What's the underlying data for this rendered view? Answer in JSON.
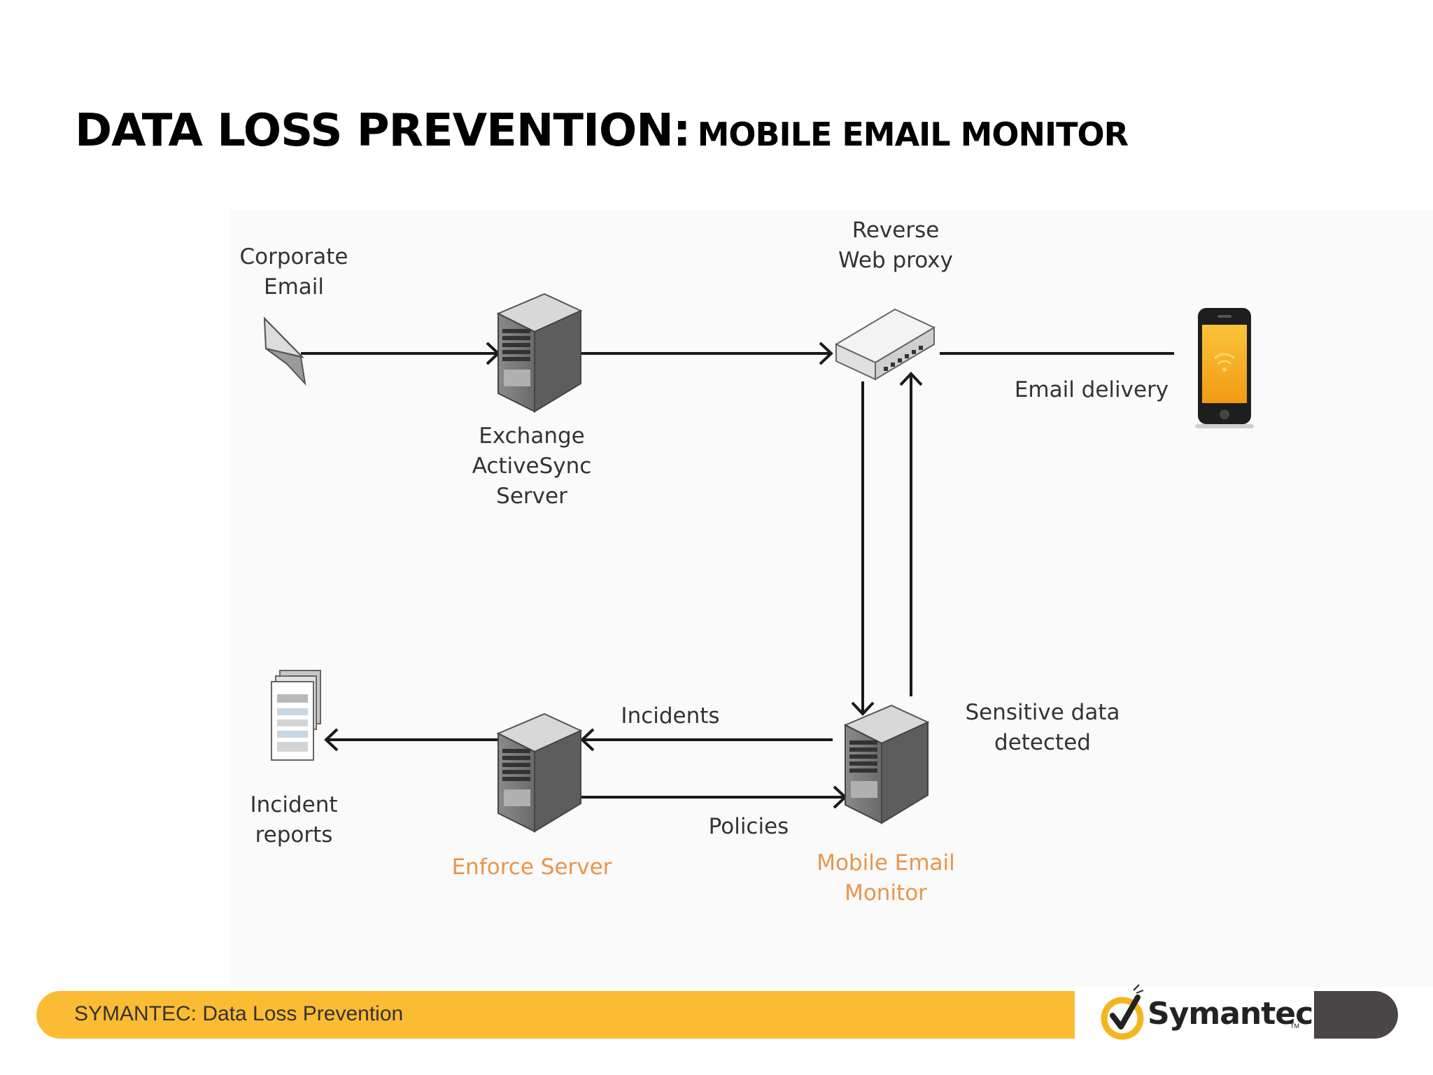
{
  "title": {
    "main": "DATA LOSS PREVENTION:",
    "sub": "MOBILE EMAIL MONITOR"
  },
  "diagram": {
    "corporate_email": [
      "Corporate",
      "Email"
    ],
    "exchange_server": [
      "Exchange",
      "ActiveSync",
      "Server"
    ],
    "reverse_proxy": [
      "Reverse",
      "Web proxy"
    ],
    "email_delivery": "Email delivery",
    "incident_reports": [
      "Incident",
      "reports"
    ],
    "incidents": "Incidents",
    "policies": "Policies",
    "enforce_server": "Enforce Server",
    "mobile_email_monitor": [
      "Mobile Email",
      "Monitor"
    ],
    "sensitive_data": [
      "Sensitive data",
      "detected"
    ],
    "colors": {
      "orange_label": "#e8954a",
      "server_gray": "#7a7a7a",
      "phone_screen": "#f7b21c"
    }
  },
  "footer": {
    "text": "SYMANTEC: Data Loss Prevention",
    "bar_color": "#fbbb33"
  },
  "logo": {
    "text": "Symantec.",
    "tm": "TM"
  }
}
